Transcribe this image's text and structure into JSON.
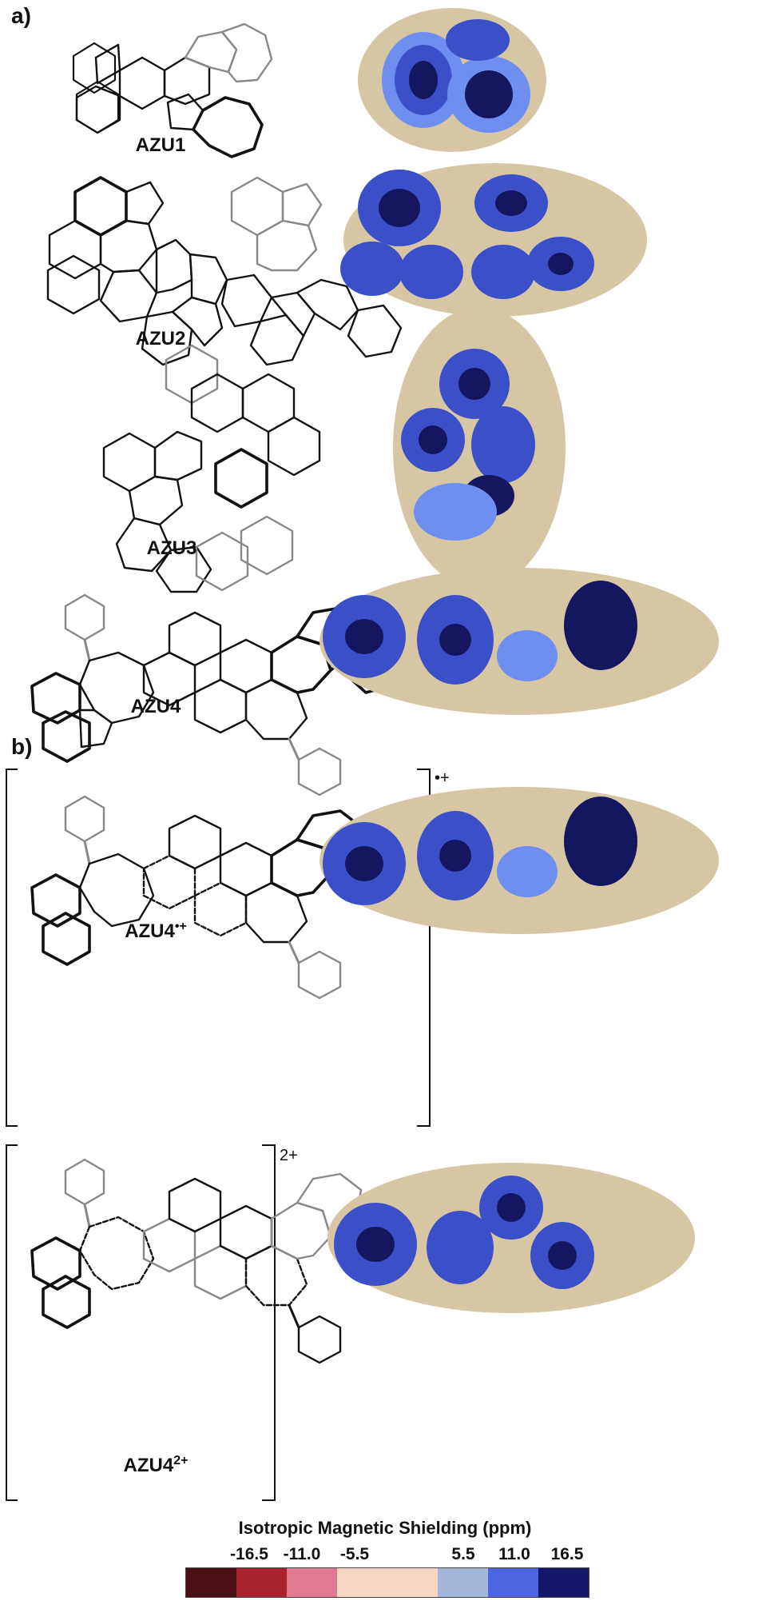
{
  "panels": {
    "a": "a)",
    "b": "b)"
  },
  "molecules": [
    {
      "id": "azu1",
      "label": "AZU1",
      "sup": ""
    },
    {
      "id": "azu2",
      "label": "AZU2",
      "sup": ""
    },
    {
      "id": "azu3",
      "label": "AZU3",
      "sup": ""
    },
    {
      "id": "azu4",
      "label": "AZU4",
      "sup": ""
    },
    {
      "id": "azu4rc",
      "label": "AZU4",
      "sup": "•+"
    },
    {
      "id": "azu4dc",
      "label": "AZU4",
      "sup": "2+"
    }
  ],
  "charges": {
    "radical_cation": "•+",
    "dication": "2+"
  },
  "legend": {
    "title": "Isotropic Magnetic Shielding (ppm)",
    "ticks": [
      "-16.5",
      "-11.0",
      "-5.5",
      "5.5",
      "11.0",
      "16.5"
    ],
    "colors": [
      "#4a1016",
      "#a8232c",
      "#e07a93",
      "#f6d6c0",
      "#f6d6c0",
      "#a3b7db",
      "#4b66e0",
      "#15156a"
    ]
  },
  "colors": {
    "atom_surface": "#d8c9a8",
    "shield_light": "#6f8ff0",
    "shield_mid": "#3b50c8",
    "shield_dark": "#141660",
    "bond_black": "#111111",
    "bond_grey": "#8a8a8a"
  }
}
